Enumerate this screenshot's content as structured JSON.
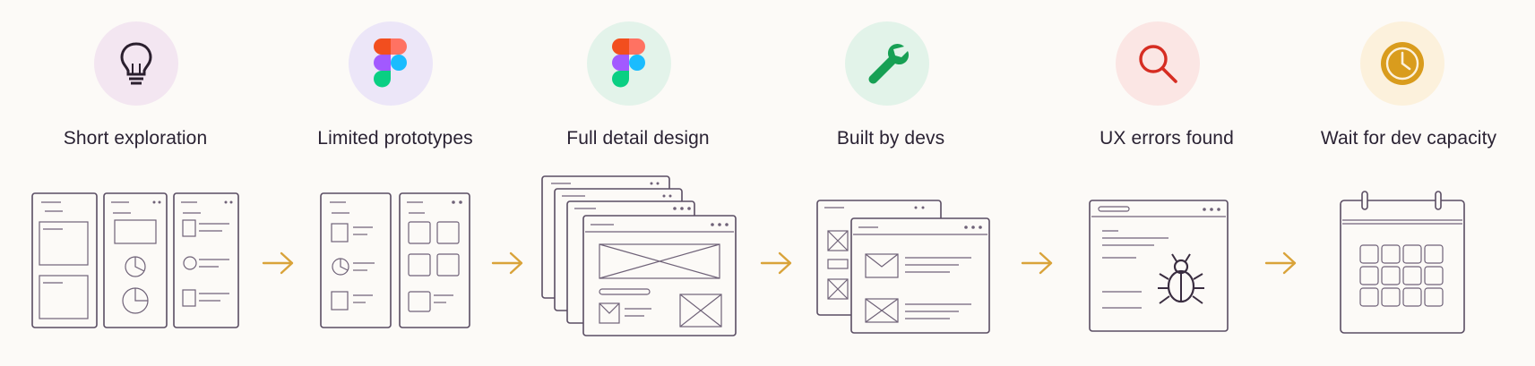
{
  "steps": [
    {
      "label": "Short exploration",
      "icon": "lightbulb-icon",
      "circle_color": "#f3e6f1"
    },
    {
      "label": "Limited prototypes",
      "icon": "figma-icon",
      "circle_color": "#ece6f8"
    },
    {
      "label": "Full detail design",
      "icon": "figma-icon",
      "circle_color": "#e3f3ea"
    },
    {
      "label": "Built by devs",
      "icon": "wrench-icon",
      "circle_color": "#e2f3e9"
    },
    {
      "label": "UX errors found",
      "icon": "magnifier-icon",
      "circle_color": "#fbe6e4"
    },
    {
      "label": "Wait for dev capacity",
      "icon": "clock-icon",
      "circle_color": "#fcf1dc"
    }
  ],
  "colors": {
    "arrow": "#d9a33a",
    "line_art": "#5a4d63",
    "background": "#fcfaf7"
  }
}
